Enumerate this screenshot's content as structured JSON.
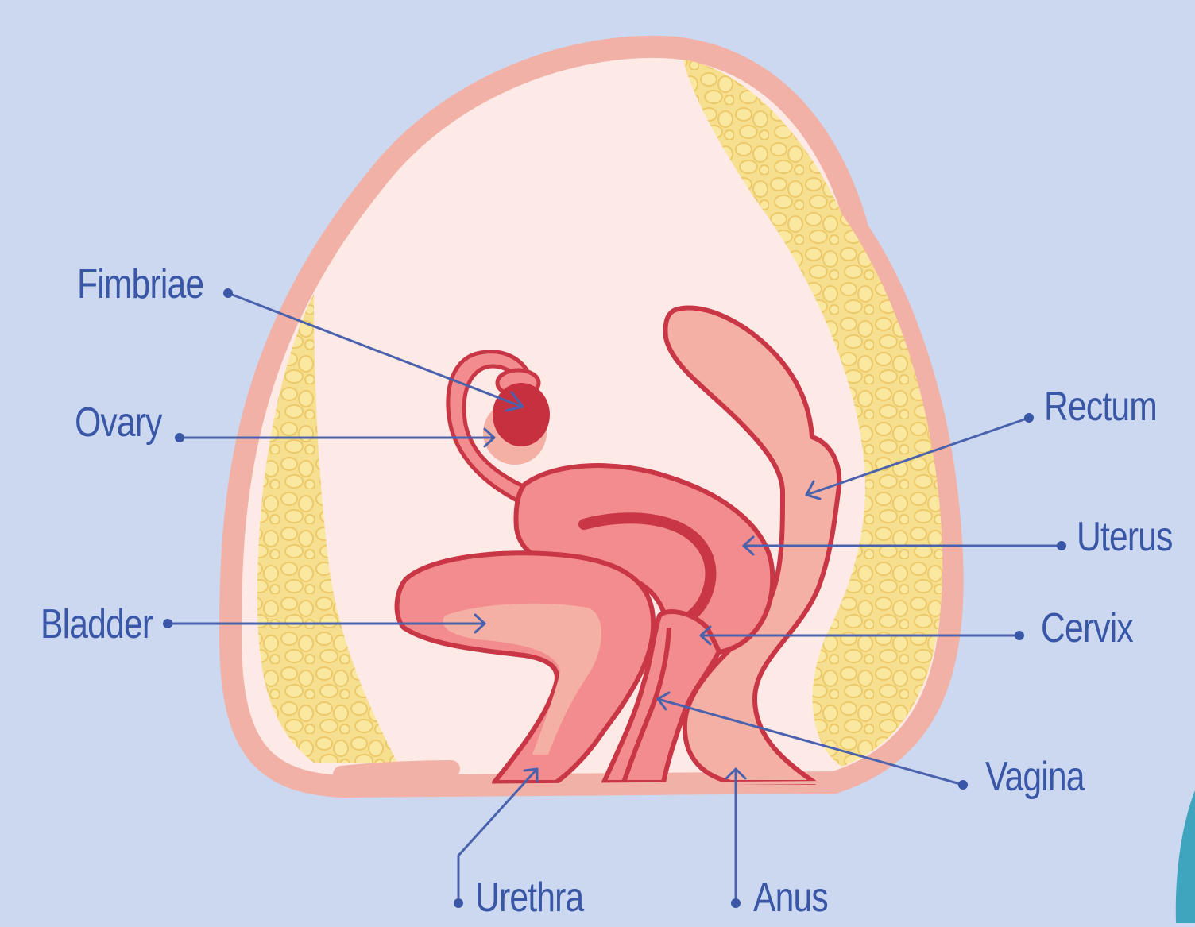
{
  "labels": {
    "fimbriae": "Fimbriae",
    "ovary": "Ovary",
    "bladder": "Bladder",
    "rectum": "Rectum",
    "uterus": "Uterus",
    "cervix": "Cervix",
    "vagina": "Vagina",
    "urethra": "Urethra",
    "anus": "Anus"
  },
  "colors": {
    "background": "#cbd8ef",
    "body_outline": "#f2b1a6",
    "cavity": "#fdeae6",
    "fat": "#f6df8e",
    "organ_fill": "#f28c8e",
    "organ_light": "#f5b0a5",
    "organ_outline": "#c93646",
    "ovary": "#c7303f",
    "label_text": "#3a57a7",
    "leader_line": "#4a62ad",
    "corner_accent": "#3fa4bd"
  }
}
